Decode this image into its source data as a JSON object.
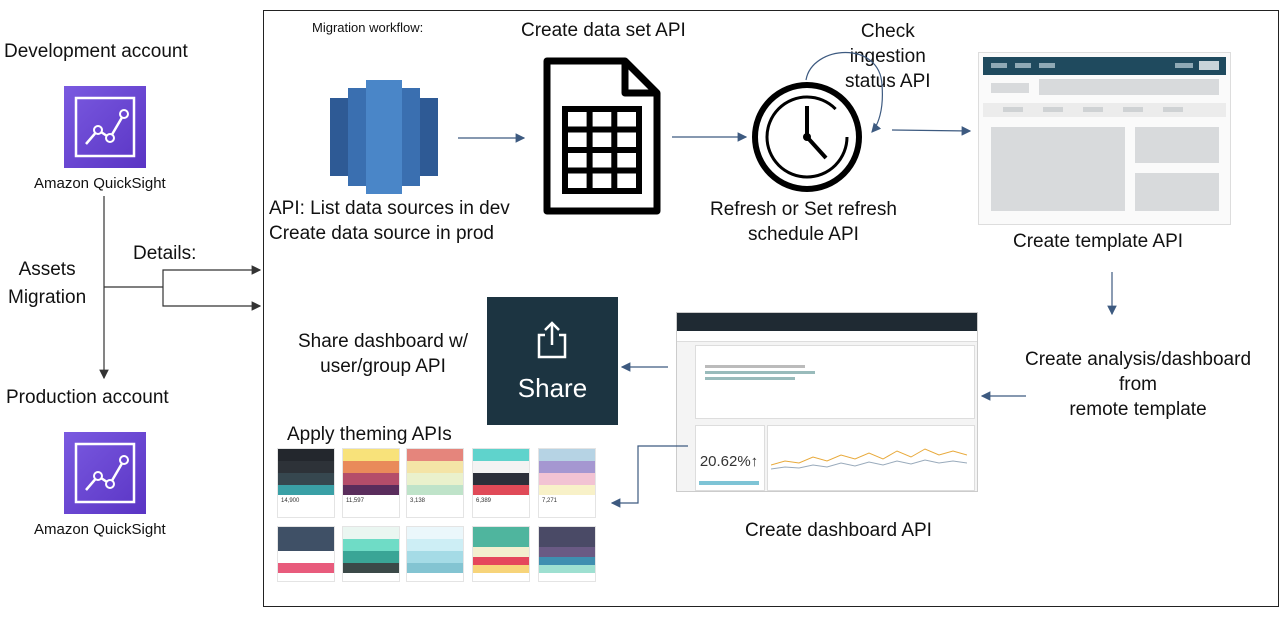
{
  "left": {
    "dev_account": "Development account",
    "dev_app": "Amazon QuickSight",
    "migration_label": "Assets\nMigration",
    "details": "Details:",
    "prod_account": "Production account",
    "prod_app": "Amazon QuickSight"
  },
  "workflow": {
    "title": "Migration workflow:",
    "datasource_label": "API: List data sources in dev\nCreate data source in prod",
    "dataset_label": "Create data set API",
    "ingestion_label": "Check\ningestion\nstatus API",
    "refresh_label": "Refresh or Set refresh\nschedule API",
    "template_label": "Create template API",
    "analysis_label": "Create analysis/dashboard\nfrom\nremote template",
    "dashboard_label": "Create dashboard API",
    "share_label": "Share dashboard w/\nuser/group API",
    "share_tile_text": "Share",
    "theming_label": "Apply theming APIs",
    "kpi_value": "20.62%↑"
  },
  "colors": {
    "quicksight_purple": "#6a45d3",
    "share_tile_bg": "#1c3441",
    "datasource_blue": "#3a6fb0",
    "arrow": "#3d5a80"
  },
  "icons": [
    "quicksight-icon",
    "datasource-icon",
    "dataset-document-icon",
    "clock-icon",
    "share-icon"
  ],
  "themes": {
    "row1_counts": [
      "14,900",
      "11,597",
      "3,138",
      "6,389",
      "7,271"
    ]
  }
}
